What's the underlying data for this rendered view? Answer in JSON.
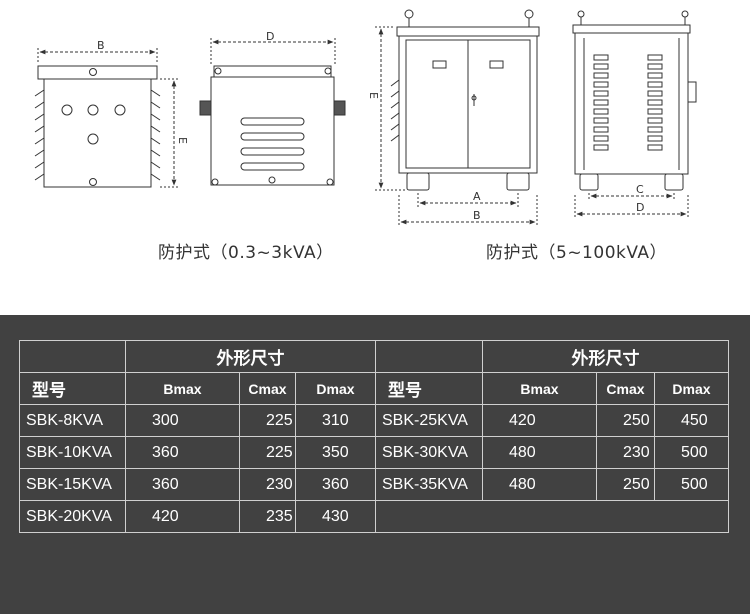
{
  "captions": {
    "left": "防护式（0.3~3kVA）",
    "right": "防护式（5~100kVA）"
  },
  "dimension_labels": {
    "left_front_width": "B",
    "left_front_height": "E",
    "left_side_depth": "D",
    "right_front_height": "E",
    "right_front_inner": "A",
    "right_front_width": "B",
    "right_side_inner": "C",
    "right_side_depth": "D"
  },
  "table": {
    "group_header": "外形尺寸",
    "model_header": "型号",
    "columns": [
      "Bmax",
      "Cmax",
      "Dmax"
    ],
    "left_rows": [
      {
        "model": "SBK-8KVA",
        "b": "300",
        "c": "225",
        "d": "310"
      },
      {
        "model": "SBK-10KVA",
        "b": "360",
        "c": "225",
        "d": "350"
      },
      {
        "model": "SBK-15KVA",
        "b": "360",
        "c": "230",
        "d": "360"
      },
      {
        "model": "SBK-20KVA",
        "b": "420",
        "c": "235",
        "d": "430"
      }
    ],
    "right_rows": [
      {
        "model": "SBK-25KVA",
        "b": "420",
        "c": "250",
        "d": "450"
      },
      {
        "model": "SBK-30KVA",
        "b": "480",
        "c": "230",
        "d": "500"
      },
      {
        "model": "SBK-35KVA",
        "b": "480",
        "c": "250",
        "d": "500"
      }
    ]
  }
}
